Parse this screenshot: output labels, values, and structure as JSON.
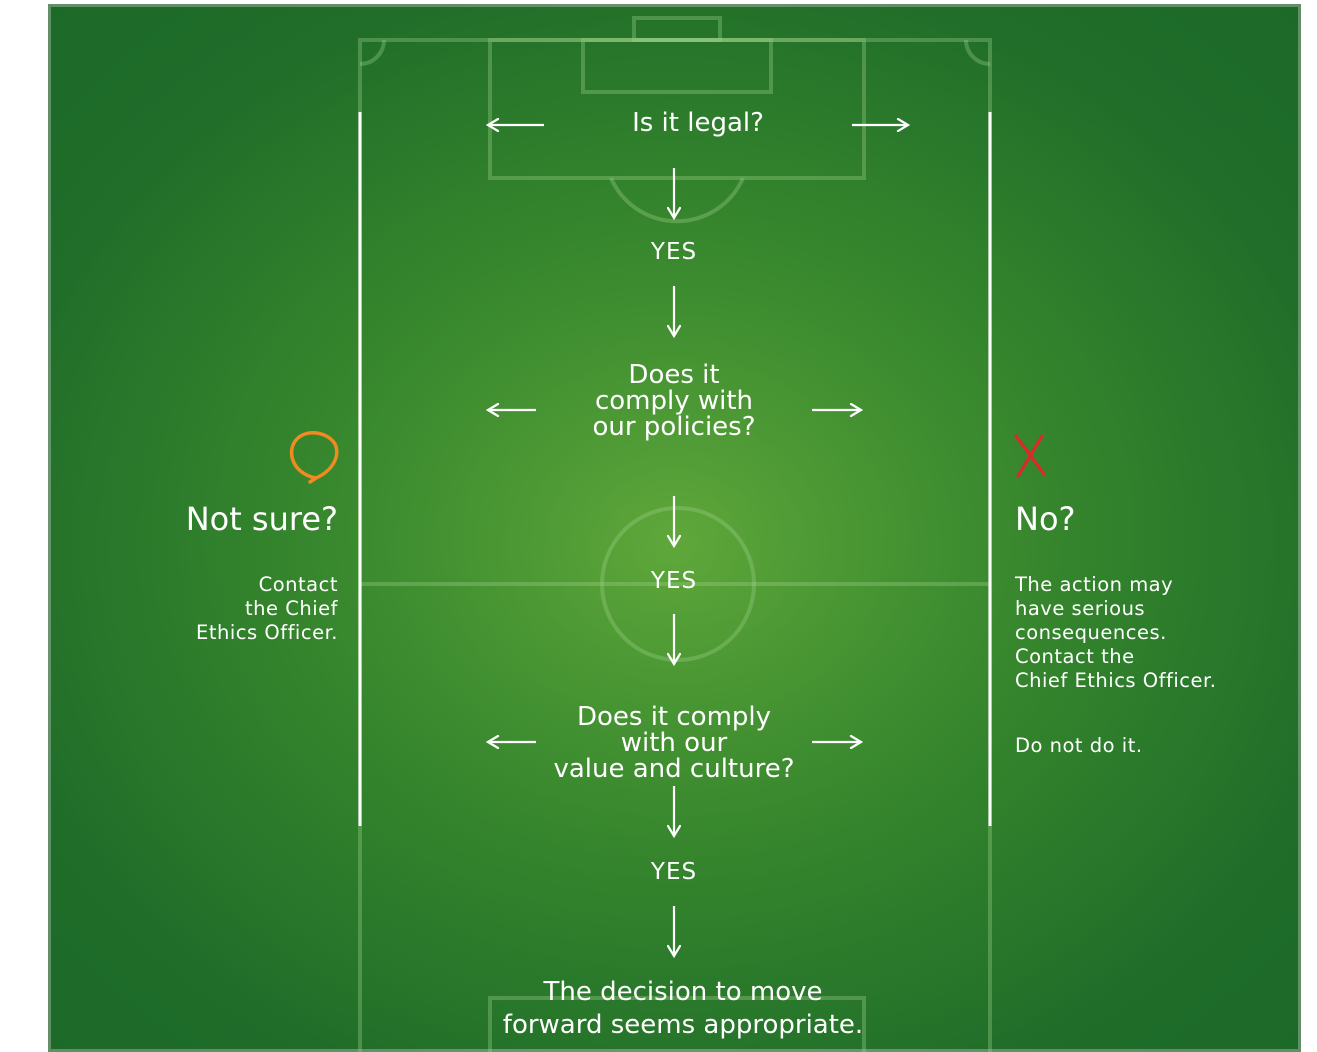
{
  "colors": {
    "pitch_green": "#2a7a2a",
    "chalk": "#ffffff",
    "not_sure_mark": "#f08a22",
    "no_mark": "#d92b2b"
  },
  "flow": {
    "q1": "Is it legal?",
    "yes1": "YES",
    "q2_line1": "Does it",
    "q2_line2": "comply with",
    "q2_line3": "our policies?",
    "yes2": "YES",
    "q3_line1": "Does it comply",
    "q3_line2": "with our",
    "q3_line3": "value and culture?",
    "yes3": "YES",
    "result_line1": "The decision to move",
    "result_line2": "forward seems appropriate."
  },
  "not_sure": {
    "icon": "circle-icon",
    "heading": "Not sure?",
    "line1": "Contact",
    "line2": "the Chief",
    "line3": "Ethics Officer."
  },
  "no": {
    "icon": "cross-icon",
    "heading": "No?",
    "line1": "The action may",
    "line2": "have serious",
    "line3": "consequences.",
    "line4": "Contact the",
    "line5": "Chief Ethics Officer.",
    "line6": "Do not do it."
  }
}
